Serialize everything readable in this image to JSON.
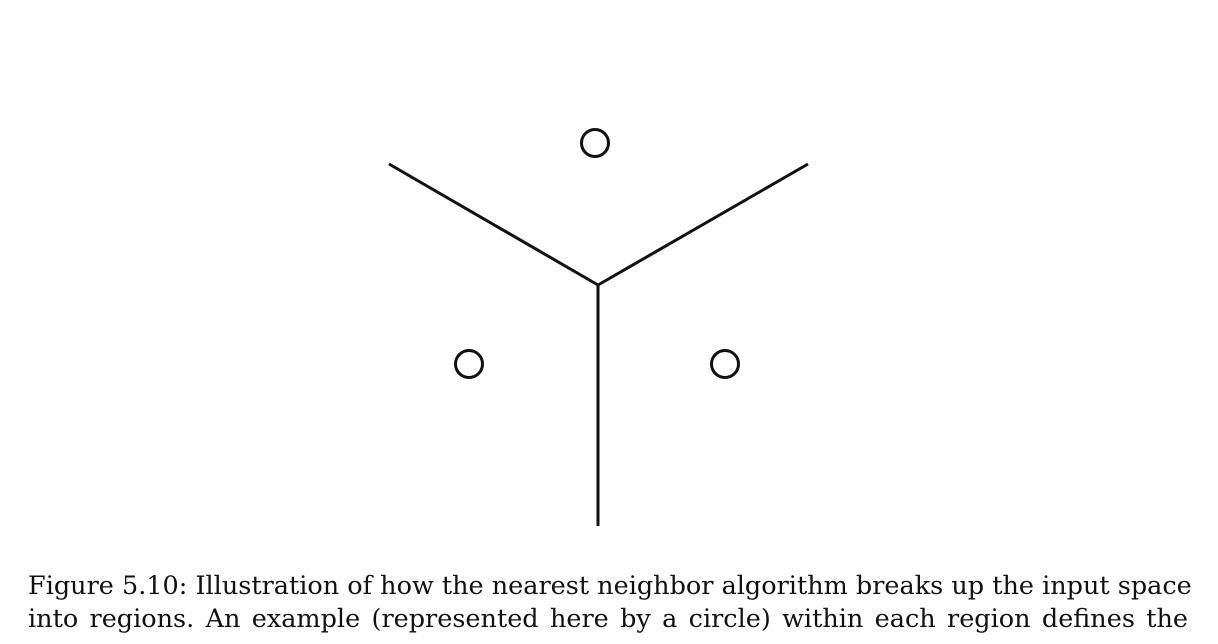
{
  "caption": {
    "line1": "Figure 5.10: Illustration of how the nearest neighbor algorithm breaks up the input space",
    "line2": "into regions. An example (represented here by a circle) within each region defines the"
  },
  "diagram": {
    "stroke_color": "#111111",
    "background": "#ffffff",
    "example_points": [
      {
        "name": "example-circle-top"
      },
      {
        "name": "example-circle-left"
      },
      {
        "name": "example-circle-right"
      }
    ],
    "region_boundaries": [
      {
        "name": "boundary-upper-left"
      },
      {
        "name": "boundary-upper-right"
      },
      {
        "name": "boundary-vertical"
      }
    ]
  }
}
